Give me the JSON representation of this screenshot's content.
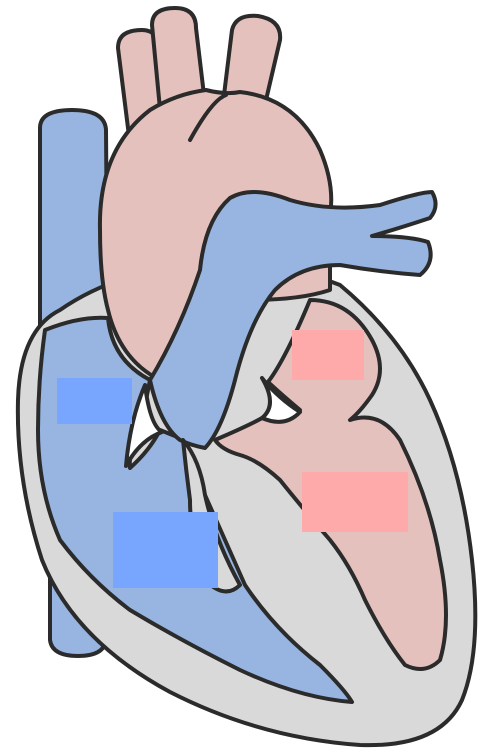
{
  "colors": {
    "background": "#ffffff",
    "outline": "#2b2b2b",
    "wall": "#d9d9d9",
    "deoxygenated": "#97b5e0",
    "oxygenated": "#e5c1bd",
    "label_blue": "#78a6ff",
    "label_pink": "#ffaaaa"
  },
  "label_boxes": [
    {
      "id": "right-atrium-label-box",
      "fill": "label_blue"
    },
    {
      "id": "right-ventricle-label-box",
      "fill": "label_blue"
    },
    {
      "id": "left-atrium-label-box",
      "fill": "label_pink"
    },
    {
      "id": "left-ventricle-label-box",
      "fill": "label_pink"
    }
  ]
}
